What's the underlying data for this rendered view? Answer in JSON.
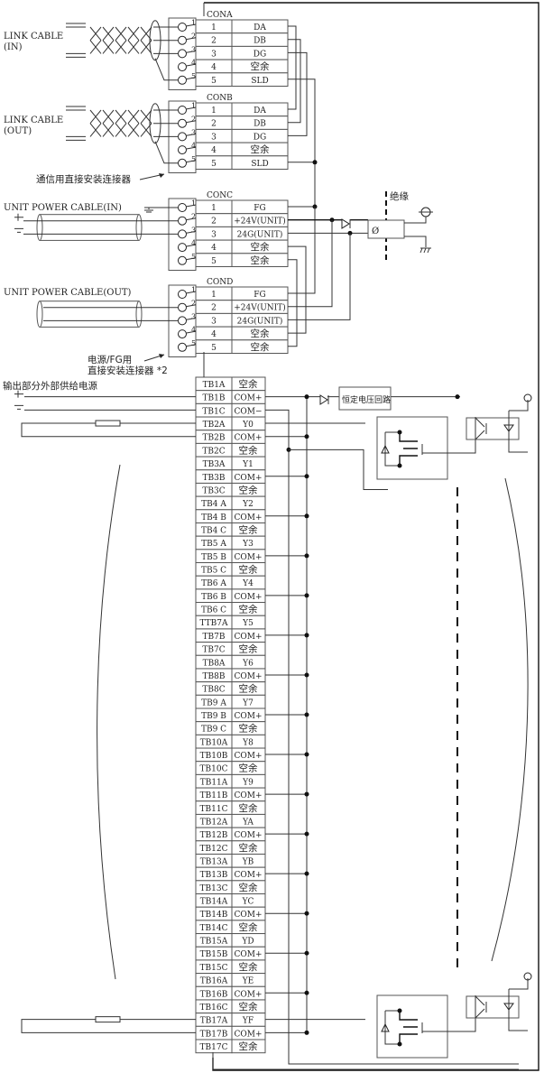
{
  "link_cable_in": [
    "LINK CABLE",
    "(IN)"
  ],
  "link_cable_out": [
    "LINK CABLE",
    "(OUT)"
  ],
  "comm_connector_label": "通信用直接安装连接器",
  "unit_power_in": "UNIT POWER CABLE(IN)",
  "unit_power_out": "UNIT POWER CABLE(OUT)",
  "power_connector_label": [
    "电源/FG用",
    "直接安装连接器 *2"
  ],
  "ext_supply_label": "输出部分外部供给电源",
  "isolation_label": "绝缘",
  "constant_voltage_label": "恒定电压回路",
  "dcdc_symbol": "Ø",
  "pin_numbers": [
    "1",
    "2",
    "3",
    "4",
    "5"
  ],
  "connectors": [
    {
      "name": "CONA",
      "pins": [
        [
          "1",
          "DA"
        ],
        [
          "2",
          "DB"
        ],
        [
          "3",
          "DG"
        ],
        [
          "4",
          "空余"
        ],
        [
          "5",
          "SLD"
        ]
      ]
    },
    {
      "name": "CONB",
      "pins": [
        [
          "1",
          "DA"
        ],
        [
          "2",
          "DB"
        ],
        [
          "3",
          "DG"
        ],
        [
          "4",
          "空余"
        ],
        [
          "5",
          "SLD"
        ]
      ]
    },
    {
      "name": "CONC",
      "pins": [
        [
          "1",
          "FG"
        ],
        [
          "2",
          "+24V(UNIT)"
        ],
        [
          "3",
          "24G(UNIT)"
        ],
        [
          "4",
          "空余"
        ],
        [
          "5",
          "空余"
        ]
      ]
    },
    {
      "name": "COND",
      "pins": [
        [
          "1",
          "FG"
        ],
        [
          "2",
          "+24V(UNIT)"
        ],
        [
          "3",
          "24G(UNIT)"
        ],
        [
          "4",
          "空余"
        ],
        [
          "5",
          "空余"
        ]
      ]
    }
  ],
  "terminal_block": [
    [
      "TB1A",
      "空余"
    ],
    [
      "TB1B",
      "COM+"
    ],
    [
      "TB1C",
      "COM−"
    ],
    [
      "TB2A",
      "Y0"
    ],
    [
      "TB2B",
      "COM+"
    ],
    [
      "TB2C",
      "空余"
    ],
    [
      "TB3A",
      "Y1"
    ],
    [
      "TB3B",
      "COM+"
    ],
    [
      "TB3C",
      "空余"
    ],
    [
      "TB4 A",
      "Y2"
    ],
    [
      "TB4 B",
      "COM+"
    ],
    [
      "TB4 C",
      "空余"
    ],
    [
      "TB5 A",
      "Y3"
    ],
    [
      "TB5 B",
      "COM+"
    ],
    [
      "TB5 C",
      "空余"
    ],
    [
      "TB6 A",
      "Y4"
    ],
    [
      "TB6 B",
      "COM+"
    ],
    [
      "TB6 C",
      "空余"
    ],
    [
      "TTB7A",
      "Y5"
    ],
    [
      "TB7B",
      "COM+"
    ],
    [
      "TB7C",
      "空余"
    ],
    [
      "TB8A",
      "Y6"
    ],
    [
      "TB8B",
      "COM+"
    ],
    [
      "TB8C",
      "空余"
    ],
    [
      "TB9 A",
      "Y7"
    ],
    [
      "TB9 B",
      "COM+"
    ],
    [
      "TB9 C",
      "空余"
    ],
    [
      "TB10A",
      "Y8"
    ],
    [
      "TB10B",
      "COM+"
    ],
    [
      "TB10C",
      "空余"
    ],
    [
      "TB11A",
      "Y9"
    ],
    [
      "TB11B",
      "COM+"
    ],
    [
      "TB11C",
      "空余"
    ],
    [
      "TB12A",
      "YA"
    ],
    [
      "TB12B",
      "COM+"
    ],
    [
      "TB12C",
      "空余"
    ],
    [
      "TB13A",
      "YB"
    ],
    [
      "TB13B",
      "COM+"
    ],
    [
      "TB13C",
      "空余"
    ],
    [
      "TB14A",
      "YC"
    ],
    [
      "TB14B",
      "COM+"
    ],
    [
      "TB14C",
      "空余"
    ],
    [
      "TB15A",
      "YD"
    ],
    [
      "TB15B",
      "COM+"
    ],
    [
      "TB15C",
      "空余"
    ],
    [
      "TB16A",
      "YE"
    ],
    [
      "TB16B",
      "COM+"
    ],
    [
      "TB16C",
      "空余"
    ],
    [
      "TB17A",
      "YF"
    ],
    [
      "TB17B",
      "COM+"
    ],
    [
      "TB17C",
      "空余"
    ]
  ]
}
